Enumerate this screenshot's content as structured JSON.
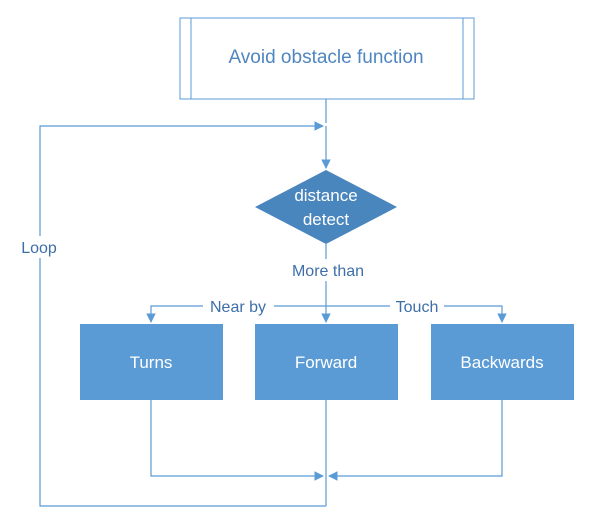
{
  "nodes": {
    "start": {
      "label": "Avoid obstacle function"
    },
    "decision": {
      "line1": "distance",
      "line2": "detect"
    },
    "turns": {
      "label": "Turns"
    },
    "forward": {
      "label": "Forward"
    },
    "backwards": {
      "label": "Backwards"
    }
  },
  "edges": {
    "more_than": "More than",
    "near_by": "Near by",
    "touch": "Touch",
    "loop": "Loop"
  },
  "colors": {
    "line": "#5B9BD5",
    "fill": "#5B9BD5",
    "decision_fill": "#4A86BE",
    "start_fill": "#FFFFFF",
    "start_text": "#4F86C0",
    "node_text": "#FFFFFF",
    "edge_label_text": "#3E6FA8"
  }
}
